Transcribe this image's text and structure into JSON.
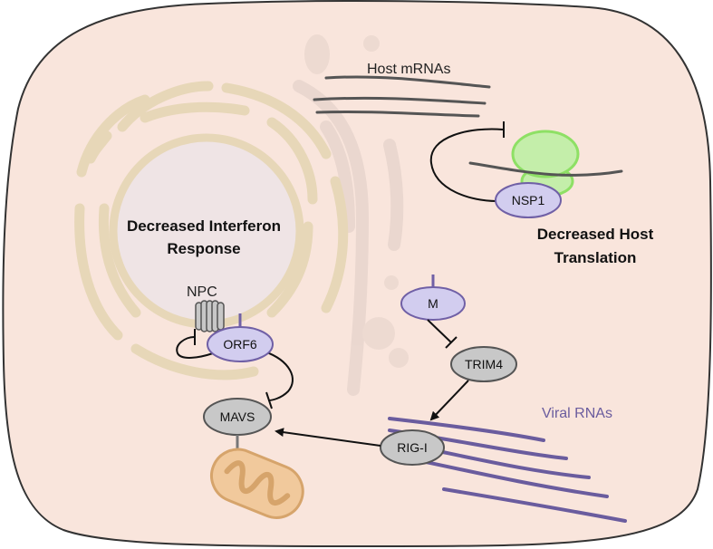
{
  "labels": {
    "host_mrnas": "Host mRNAs",
    "decreased_host_line1": "Decreased Host",
    "decreased_host_line2": "Translation",
    "decreased_interferon_line1": "Decreased Interferon",
    "decreased_interferon_line2": "Response",
    "npc": "NPC",
    "viral_rnas": "Viral RNAs"
  },
  "nodes": {
    "nsp1": "NSP1",
    "m": "M",
    "orf6": "ORF6",
    "trim4": "TRIM4",
    "mavs": "MAVS",
    "rig_i": "RIG-I"
  },
  "colors": {
    "cell_fill": "#f9e5dc",
    "viral_protein": "#d2cdef",
    "viral_protein_stroke": "#7060a6",
    "host_protein": "#c8c8c8",
    "ribosome": "#c4eeaa",
    "ribosome_stroke": "#8ee065",
    "mitochondrion": "#f1c99c",
    "er_color": "#e7d7b8"
  }
}
